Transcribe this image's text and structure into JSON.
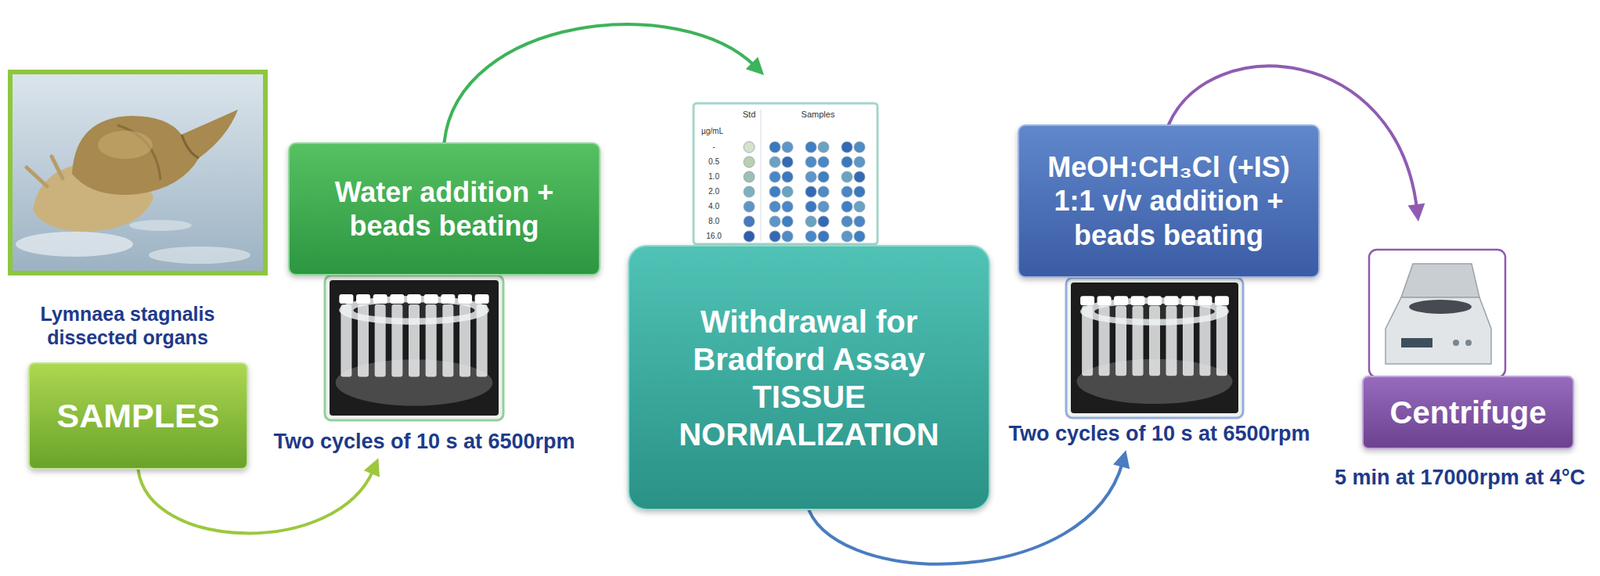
{
  "diagram": {
    "nodes": [
      {
        "text": [
          "SAMPLES"
        ]
      },
      {
        "text": [
          "Water addition + beads beating"
        ]
      },
      {
        "text": [
          "Withdrawal for Bradford Assay TISSUE NORMALIZATION"
        ]
      },
      {
        "text": [
          "MeOH:CH₃Cl (+IS) 1:1 v/v addition + beads beating"
        ]
      },
      {
        "text": [
          "Centrifuge"
        ]
      }
    ],
    "edges": [
      {
        "from": 0,
        "to": 1,
        "arrow": "to"
      },
      {
        "from": 1,
        "to": 2,
        "arrow": "to"
      },
      {
        "from": 2,
        "to": 3,
        "arrow": "to"
      },
      {
        "from": 3,
        "to": 4,
        "arrow": "to"
      }
    ],
    "labels": [
      "Lymnaea stagnalis dissected organs",
      "Two cycles of 10 s at 6500rpm",
      "Std",
      "Samples",
      "µg/mL",
      "-",
      "0.5",
      "1.0",
      "2.0",
      "4.0",
      "8.0",
      "16.0",
      "Two cycles of 10 s at 6500rpm",
      "5 min at 17000rpm at 4°C"
    ]
  }
}
